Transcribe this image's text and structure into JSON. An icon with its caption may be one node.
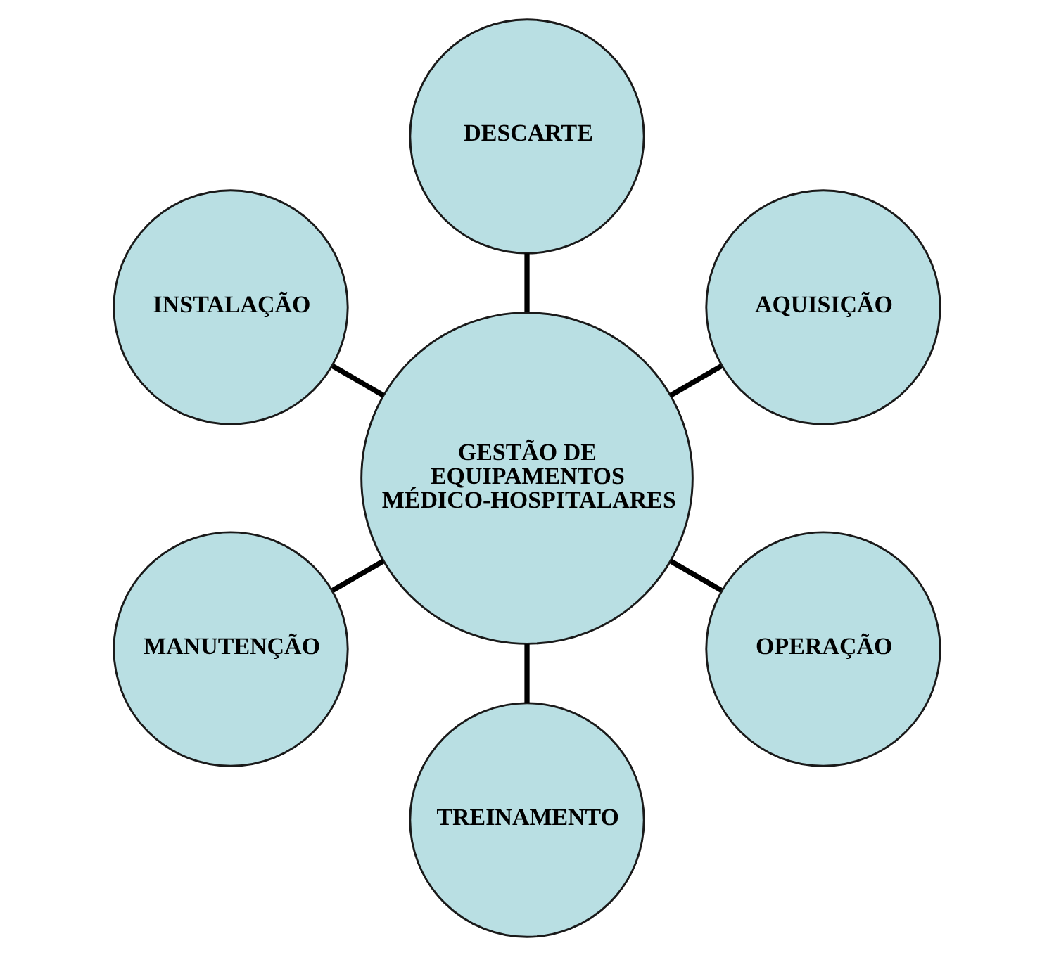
{
  "diagram": {
    "nodes": [
      {
        "text": [
          "AQUISIÇÃO"
        ]
      },
      {
        "text": [
          "DESCARTE"
        ]
      },
      {
        "text": [
          "INSTALAÇÃO"
        ]
      },
      {
        "text": [
          "GESTÃO DE EQUIPAMENTOS MÉDICO-HOSPITALARES"
        ]
      },
      {
        "text": [
          "MANUTENÇÃO"
        ]
      },
      {
        "text": [
          "TREINAMENTO"
        ]
      },
      {
        "text": [
          "OPERAÇÃO"
        ]
      }
    ],
    "edges": [
      {
        "from": 3,
        "to": 0,
        "arrow": "none"
      },
      {
        "from": 3,
        "to": 2,
        "arrow": "none"
      },
      {
        "from": 3,
        "to": 5,
        "arrow": "none"
      },
      {
        "from": 3,
        "to": 6,
        "arrow": "none"
      },
      {
        "from": 3,
        "to": 4,
        "arrow": "none"
      },
      {
        "from": 3,
        "to": 1,
        "arrow": "none"
      }
    ]
  }
}
